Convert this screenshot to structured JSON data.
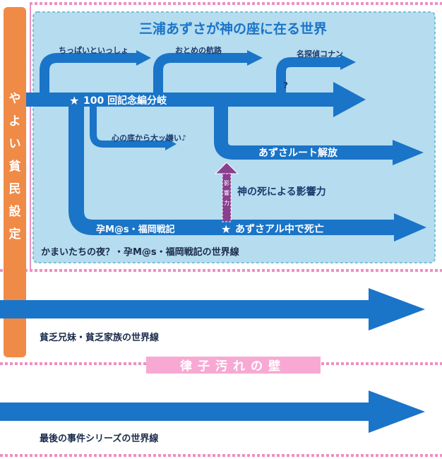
{
  "sidebar": {
    "label": "やよい貧民設定"
  },
  "region": {
    "title": "三浦あずさが神の座に在る世界"
  },
  "branches": {
    "chippai": "ちっぱいといっしょ",
    "otome": "おとめの航路",
    "meitantei": "名探偵コナン",
    "question_mark": "?",
    "kokoro": "心の底から大ッ嫌い♪",
    "azusa_route": "あずさルート解放"
  },
  "nodes": {
    "branch_point": "100 回記念編分岐",
    "kami_influence": "神の死による影響力",
    "kami_influence_badge": "影響力",
    "harami": "孕M@s・福岡戦記",
    "azusa_death": "あずさアル中で死亡"
  },
  "worldlines": {
    "kamaitachi": "かまいたちの夜？・孕M@s・福岡戦記の世界線",
    "hinbo": "貧乏兄妹・貧乏家族の世界線",
    "saigo": "最後の事件シリーズの世界線"
  },
  "wall": {
    "label": "律子汚れの壁"
  },
  "colors": {
    "arrow_blue": "#1a74c8",
    "panel_fill": "#b5dcef",
    "panel_border": "#7bbfd9",
    "sidebar_orange": "#f08a47",
    "pink_dots": "#ee8fc2",
    "wall_fill": "#f7a9d3",
    "influence_purple": "#8a3f8f"
  },
  "icons": {
    "star": "star-icon"
  }
}
